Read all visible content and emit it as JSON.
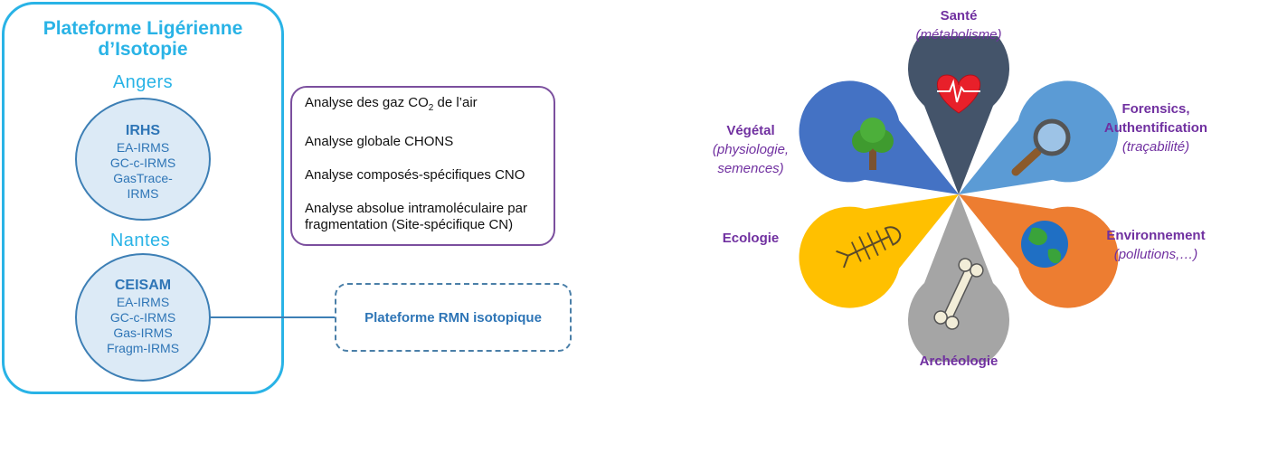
{
  "platform": {
    "title_line1": "Plateforme Ligérienne",
    "title_line2": "d’Isotopie"
  },
  "angers": {
    "city": "Angers",
    "lab": "IRHS",
    "items": [
      "EA-IRMS",
      "GC-c-IRMS",
      "GasTrace-",
      "IRMS"
    ]
  },
  "nantes": {
    "city": "Nantes",
    "lab": "CEISAM",
    "items": [
      "EA-IRMS",
      "GC-c-IRMS",
      "Gas-IRMS",
      "Fragm-IRMS"
    ]
  },
  "analyses": {
    "gaz_prefix": "Analyse des gaz CO",
    "gaz_sub": "2",
    "gaz_suffix": " de l’air",
    "globale": "Analyse globale CHONS",
    "composes": "Analyse composés-spécifiques CNO",
    "absolue_line1": "Analyse absolue intramoléculaire par",
    "absolue_line2": "fragmentation (Site-spécifique CN)"
  },
  "rmn": {
    "label": "Plateforme RMN isotopique"
  },
  "fields": {
    "sante": {
      "title": "Santé",
      "sub": "(métabolisme)"
    },
    "forensics": {
      "title1": "Forensics,",
      "title2": "Authentification",
      "sub": "(traçabilité)"
    },
    "environnement": {
      "title": "Environnement",
      "sub": "(pollutions,…)"
    },
    "archeologie": {
      "title": "Archéologie"
    },
    "ecologie": {
      "title": "Ecologie"
    },
    "vegetal": {
      "title": "Végétal",
      "sub1": "(physiologie,",
      "sub2": "semences)"
    }
  },
  "colors": {
    "platform_border": "#29b3e6",
    "lab_fill": "#dceaf6",
    "analysis_border": "#7b4f9e",
    "field_text": "#7030a0",
    "petal_sante": "#44546a",
    "petal_forensics": "#5b9bd5",
    "petal_environnement": "#ed7d31",
    "petal_archeologie": "#a5a5a5",
    "petal_ecologie": "#ffc000",
    "petal_vegetal": "#4472c4"
  }
}
